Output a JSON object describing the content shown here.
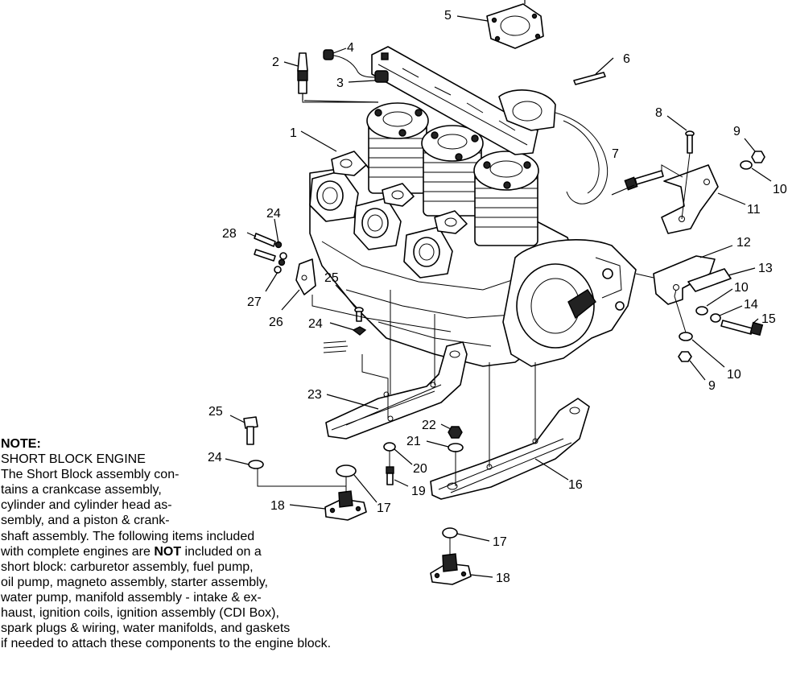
{
  "callouts": [
    {
      "id": "c-1",
      "text": "1"
    },
    {
      "id": "c-2",
      "text": "2"
    },
    {
      "id": "c-3",
      "text": "3"
    },
    {
      "id": "c-4",
      "text": "4"
    },
    {
      "id": "c-5",
      "text": "5"
    },
    {
      "id": "c-6",
      "text": "6"
    },
    {
      "id": "c-7",
      "text": "7"
    },
    {
      "id": "c-8",
      "text": "8"
    },
    {
      "id": "c-9a",
      "text": "9"
    },
    {
      "id": "c-10a",
      "text": "10"
    },
    {
      "id": "c-11",
      "text": "11"
    },
    {
      "id": "c-12",
      "text": "12"
    },
    {
      "id": "c-13",
      "text": "13"
    },
    {
      "id": "c-10b",
      "text": "10"
    },
    {
      "id": "c-14",
      "text": "14"
    },
    {
      "id": "c-15",
      "text": "15"
    },
    {
      "id": "c-10c",
      "text": "10"
    },
    {
      "id": "c-9b",
      "text": "9"
    },
    {
      "id": "c-16",
      "text": "16"
    },
    {
      "id": "c-17a",
      "text": "17"
    },
    {
      "id": "c-18a",
      "text": "18"
    },
    {
      "id": "c-17b",
      "text": "17"
    },
    {
      "id": "c-18b",
      "text": "18"
    },
    {
      "id": "c-19",
      "text": "19"
    },
    {
      "id": "c-20",
      "text": "20"
    },
    {
      "id": "c-21",
      "text": "21"
    },
    {
      "id": "c-22",
      "text": "22"
    },
    {
      "id": "c-23",
      "text": "23"
    },
    {
      "id": "c-24a",
      "text": "24"
    },
    {
      "id": "c-24b",
      "text": "24"
    },
    {
      "id": "c-24c",
      "text": "24"
    },
    {
      "id": "c-25a",
      "text": "25"
    },
    {
      "id": "c-25b",
      "text": "25"
    },
    {
      "id": "c-26",
      "text": "26"
    },
    {
      "id": "c-27",
      "text": "27"
    },
    {
      "id": "c-28",
      "text": "28"
    }
  ],
  "note": {
    "title": "NOTE:",
    "heading": "SHORT BLOCK ENGINE",
    "text_before_bold": "The Short Block assembly con-\ntains a crankcase assembly,\ncylinder and cylinder head as-\nsembly, and a piston & crank-\nshaft assembly.  The following items included\nwith complete engines are ",
    "bold": "NOT",
    "text_after_bold": " included on a\nshort block:  carburetor assembly, fuel pump,\noil pump, magneto assembly, starter assembly,\nwater pump, manifold assembly - intake & ex-\nhaust, ignition coils, ignition assembly (CDI Box),\nspark plugs & wiring, water manifolds, and gaskets\nif needed to attach these components to the engine block."
  }
}
